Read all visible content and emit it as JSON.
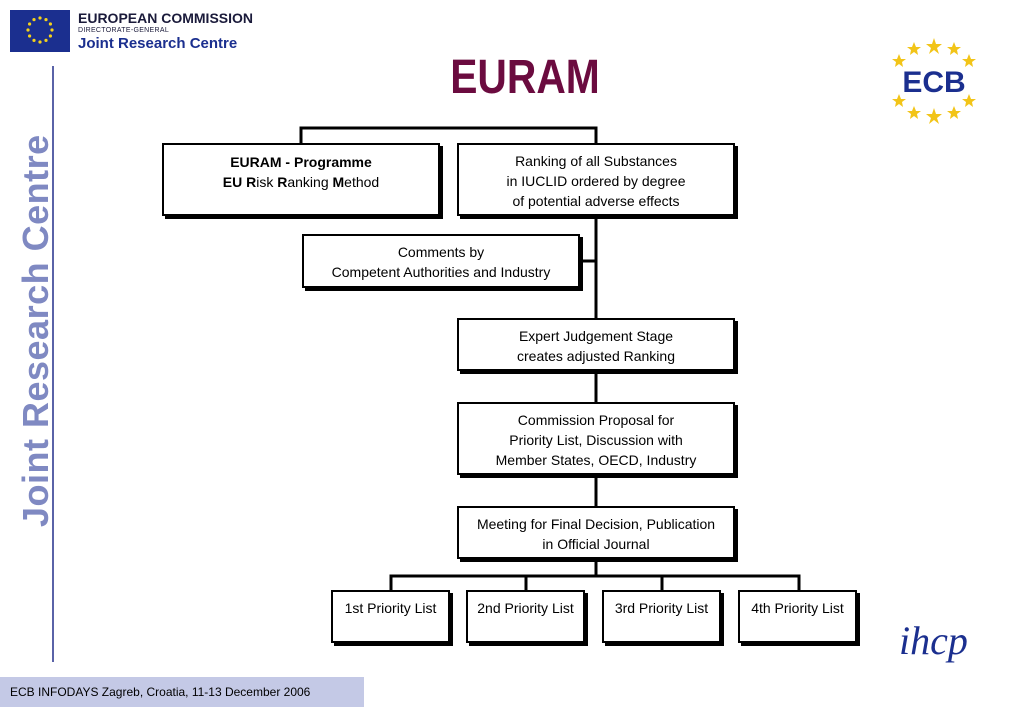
{
  "header": {
    "org_name": "EUROPEAN COMMISSION",
    "directorate": "DIRECTORATE-GENERAL",
    "centre": "Joint Research Centre"
  },
  "side_text": "Joint Research Centre",
  "title": "EURAM",
  "ecb_logo_text": "ECB",
  "boxes": {
    "programme": {
      "line1": "EURAM - Programme",
      "line2_b1": "EU R",
      "line2_t1": "isk ",
      "line2_b2": "R",
      "line2_t2": "anking ",
      "line2_b3": "M",
      "line2_t3": "ethod"
    },
    "ranking": {
      "line1": "Ranking of all Substances",
      "line2": "in IUCLID ordered by degree",
      "line3": "of potential adverse effects"
    },
    "comments": {
      "line1": "Comments by",
      "line2": "Competent Authorities and Industry"
    },
    "expert": {
      "line1": "Expert Judgement Stage",
      "line2": "creates adjusted Ranking"
    },
    "proposal": {
      "line1": "Commission Proposal for",
      "line2": "Priority List, Discussion with",
      "line3": "Member States, OECD, Industry"
    },
    "meeting": {
      "line1": "Meeting for Final Decision,  Publication",
      "line2": "in Official Journal"
    },
    "lists": [
      "1st Priority List",
      "2nd Priority List",
      "3rd Priority List",
      "4th Priority List"
    ]
  },
  "footer": "ECB INFODAYS Zagreb, Croatia, 11-13 December 2006",
  "ihcp_logo_text": "ihcp"
}
